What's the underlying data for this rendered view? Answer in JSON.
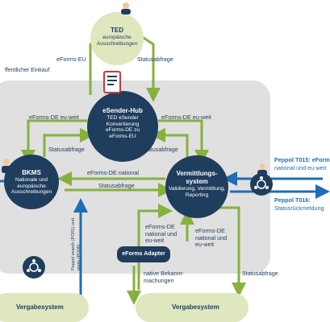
{
  "ted": {
    "title": "TED",
    "subtitle": "europäische Ausschreibungen"
  },
  "public_procurement_tag": "ffentlicher Einkauf",
  "esender": {
    "title": "eSender-Hub",
    "line1": "TED eSender",
    "line2": "Konvertierung",
    "line3": "eForms-DE zu",
    "line4": "eForms-EU"
  },
  "bkms": {
    "title": "BKMS",
    "subtitle": "Nationale und europäische Ausschreibungen"
  },
  "vermittlung": {
    "title": "Vermittlungs-system",
    "subtitle": "Validierung, Vermittlung, Reporting"
  },
  "adapter": "eForms Adapter",
  "labels": {
    "eforms_eu": "eForms-EU",
    "statusabfrage_top": "Statusabfrage",
    "eforms_de_euweit_left": "eForms-DE eu-weit",
    "eforms_de_euweit_right": "eForms-DE eu-weit",
    "statusabfrage_left": "Statusabfrage",
    "statusabfrage_right": "Statusabfrage",
    "eforms_de_national": "eForms-DE national",
    "statusabfrage_mid": "Statusabfrage",
    "eforms_de_national_euweit_a": "eForms-DE national und eu-weit",
    "eforms_de_national_euweit_b": "eForms-DE national und eu-weit",
    "native": "native Bekannt-machungen",
    "statusabfrage_bottom": "Statusabfrage",
    "peppol_vertical": "Peppol search (PO01) und apply (PO06)"
  },
  "peppol": {
    "t015_title": "Peppol T015: eForm",
    "t015_sub": "national und eu-weit",
    "t016_title": "Peppol T016:",
    "t016_sub": "Statusrückmeldung"
  },
  "vergabe_left": "Vergabesystem",
  "vergabe_right": "Vergabesystem",
  "colors": {
    "navy": "#1f3d5d",
    "green": "#86b13f",
    "panel": "#e0e0e0",
    "pill": "#dfe7bf",
    "blue": "#1f6db3"
  }
}
